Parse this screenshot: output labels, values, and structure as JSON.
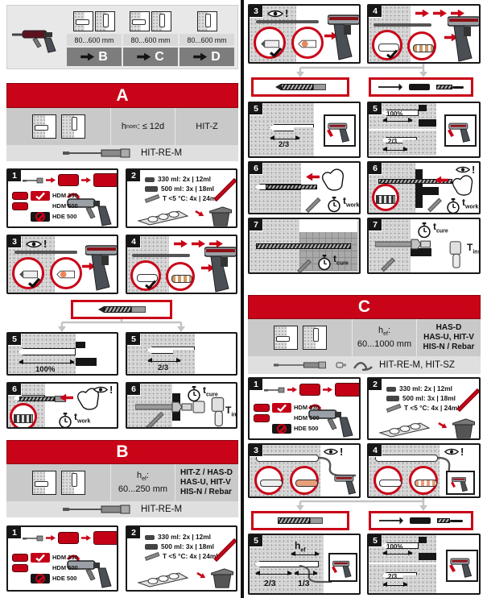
{
  "top_selector": {
    "ranges": [
      "80...600 mm",
      "80...600 mm",
      "80...600 mm"
    ],
    "targets": [
      "B",
      "C",
      "D"
    ]
  },
  "sections": {
    "a": {
      "letter": "A",
      "spec_base": "h",
      "spec_sub": "nom",
      "spec_rest": ": ≤ 12d",
      "anchor": "HIT-Z",
      "mixer": "HIT-RE-M"
    },
    "b": {
      "letter": "B",
      "spec_base": "h",
      "spec_sub": "ef",
      "spec_colon": ":",
      "range": "60...250 mm",
      "anchors": [
        "HIT-Z / HAS-D",
        "HAS-U, HIT-V",
        "HIS-N / Rebar"
      ],
      "mixer": "HIT-RE-M"
    },
    "c": {
      "letter": "C",
      "spec_base": "h",
      "spec_sub": "ef",
      "spec_colon": ":",
      "range": "60...1000 mm",
      "anchors": [
        "HAS-D",
        "HAS-U, HIT-V",
        "HIS-N / Rebar"
      ],
      "mixer": "HIT-RE-M, HIT-SZ"
    }
  },
  "steps": {
    "n1": "1",
    "n2": "2",
    "n3": "3",
    "n4": "4",
    "n5": "5",
    "n6": "6",
    "n7": "7"
  },
  "cartridge_check": {
    "items": [
      "HDM 330",
      "HDM 500",
      "HDE 500"
    ]
  },
  "dosing": {
    "lines": [
      "330 ml: 2x | 12ml",
      "500 ml: 3x | 18ml",
      "T <5 °C: 4x | 24ml"
    ]
  },
  "labels": {
    "pct100": "100%",
    "frac23": "2/3",
    "frac13": "1/3",
    "t": "t",
    "work": "work",
    "cure": "cure",
    "T": "T",
    "inst": "inst",
    "h": "h",
    "ef": "ef",
    "excl": "!"
  },
  "colors": {
    "brand_red": "#c90418",
    "dark": "#161616",
    "concrete": "#dcdcdc",
    "bar_gray": "#7d7d7d"
  }
}
